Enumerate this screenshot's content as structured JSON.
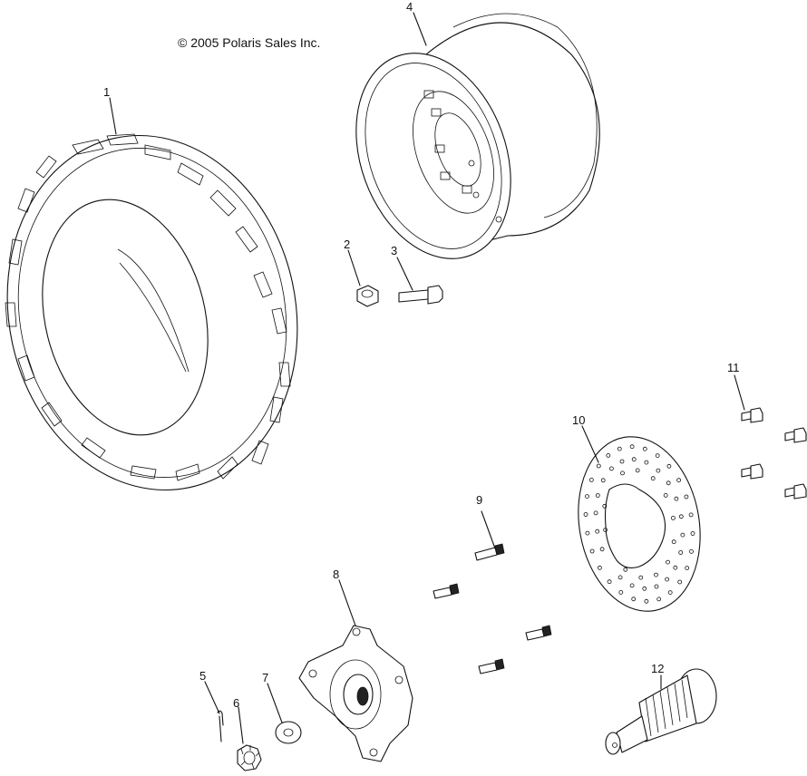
{
  "copyright": "© 2005 Polaris Sales Inc.",
  "callouts": [
    {
      "id": "1",
      "text": "1"
    },
    {
      "id": "2",
      "text": "2"
    },
    {
      "id": "3",
      "text": "3"
    },
    {
      "id": "4",
      "text": "4"
    },
    {
      "id": "5",
      "text": "5"
    },
    {
      "id": "6",
      "text": "6"
    },
    {
      "id": "7",
      "text": "7"
    },
    {
      "id": "8",
      "text": "8"
    },
    {
      "id": "9",
      "text": "9"
    },
    {
      "id": "10",
      "text": "10"
    },
    {
      "id": "11",
      "text": "11"
    },
    {
      "id": "12",
      "text": "12"
    }
  ]
}
